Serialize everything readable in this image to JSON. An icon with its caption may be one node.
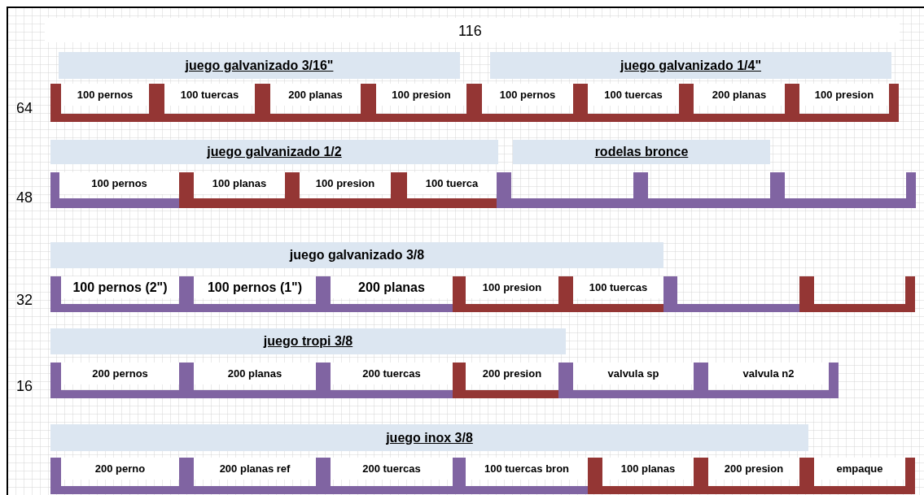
{
  "diagram": {
    "nodes": [
      {
        "text": [
          "juego galvanizado 3/16\""
        ]
      },
      {
        "text": [
          "juego galvanizado 1/4\""
        ]
      },
      {
        "text": [
          "100 pernos"
        ]
      },
      {
        "text": [
          "100 tuercas"
        ]
      },
      {
        "text": [
          "200 planas"
        ]
      },
      {
        "text": [
          "100 presion"
        ]
      },
      {
        "text": [
          "100 pernos"
        ]
      },
      {
        "text": [
          "100 tuercas"
        ]
      },
      {
        "text": [
          "200 planas"
        ]
      },
      {
        "text": [
          "100 presion"
        ]
      },
      {
        "text": [
          "juego galvanizado 1/2"
        ]
      },
      {
        "text": [
          "rodelas bronce"
        ]
      },
      {
        "text": [
          "100 pernos"
        ]
      },
      {
        "text": [
          "100 planas"
        ]
      },
      {
        "text": [
          "100 presion"
        ]
      },
      {
        "text": [
          "100 tuerca"
        ]
      },
      {
        "text": [],
        "shape": "box"
      },
      {
        "text": [],
        "shape": "box"
      },
      {
        "text": [],
        "shape": "box"
      },
      {
        "text": [
          "juego galvanizado 3/8"
        ]
      },
      {
        "text": [
          "100 pernos (2\")"
        ]
      },
      {
        "text": [
          "100 pernos (1\")"
        ]
      },
      {
        "text": [
          "200 planas"
        ]
      },
      {
        "text": [
          "100 presion"
        ]
      },
      {
        "text": [
          "100 tuercas"
        ]
      },
      {
        "text": [],
        "shape": "box"
      },
      {
        "text": [],
        "shape": "box"
      },
      {
        "text": [
          "juego tropi 3/8"
        ]
      },
      {
        "text": [
          "200 pernos"
        ]
      },
      {
        "text": [
          "200 planas"
        ]
      },
      {
        "text": [
          "200 tuercas"
        ]
      },
      {
        "text": [
          "200 presion"
        ]
      },
      {
        "text": [
          "valvula sp"
        ]
      },
      {
        "text": [
          "valvula n2"
        ]
      },
      {
        "text": [
          "juego inox 3/8"
        ]
      },
      {
        "text": [
          "200 perno"
        ]
      },
      {
        "text": [
          "200 planas ref"
        ]
      },
      {
        "text": [
          "200 tuercas"
        ]
      },
      {
        "text": [
          "100 tuercas bron"
        ]
      },
      {
        "text": [
          "100 planas"
        ]
      },
      {
        "text": [
          "200 presion"
        ]
      },
      {
        "text": [
          "empaque"
        ]
      }
    ],
    "labels": [
      "116",
      "64",
      "48",
      "32",
      "16"
    ]
  }
}
